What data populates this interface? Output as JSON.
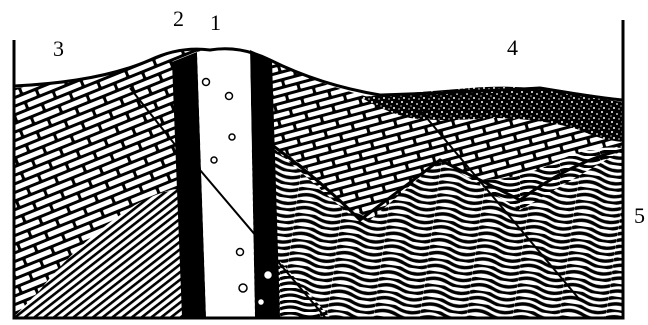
{
  "diagram": {
    "labels": [
      {
        "id": "label-1",
        "text": "1"
      },
      {
        "id": "label-2",
        "text": "2"
      },
      {
        "id": "label-3",
        "text": "3"
      },
      {
        "id": "label-4",
        "text": "4"
      },
      {
        "id": "label-5",
        "text": "5"
      }
    ]
  },
  "colors": {
    "ink": "#000000",
    "paper": "#ffffff"
  }
}
